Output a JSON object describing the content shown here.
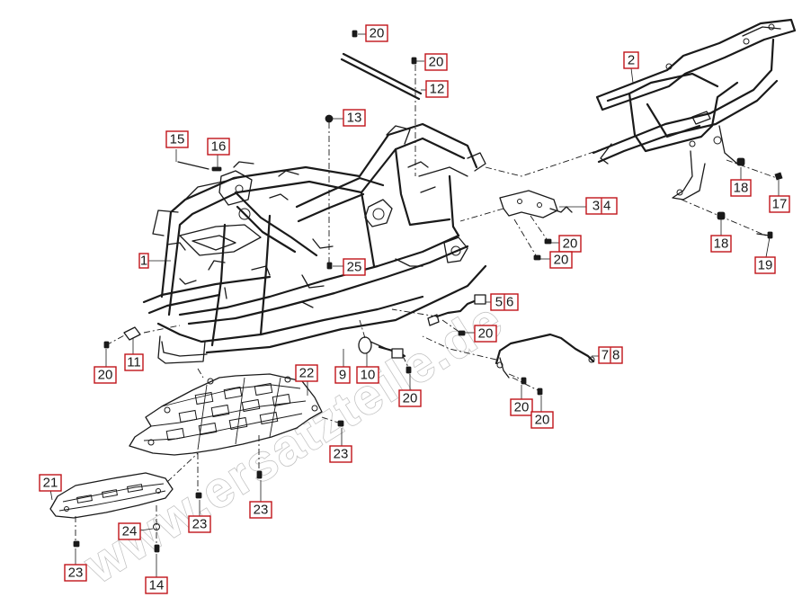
{
  "watermark": {
    "text": "www.ersatzteile.de",
    "color": "#b9b9b9"
  },
  "callout_color": "#c0141a",
  "line_color": "#1a1a1a",
  "callouts": [
    {
      "id": "c-20-a",
      "label": "20"
    },
    {
      "id": "c-20-b",
      "label": "20"
    },
    {
      "id": "c-12",
      "label": "12"
    },
    {
      "id": "c-13",
      "label": "13"
    },
    {
      "id": "c-15",
      "label": "15"
    },
    {
      "id": "c-16",
      "label": "16"
    },
    {
      "id": "c-2",
      "label": "2"
    },
    {
      "id": "c-1",
      "label": "1"
    },
    {
      "id": "c-25",
      "label": "25"
    },
    {
      "id": "c-18-a",
      "label": "18"
    },
    {
      "id": "c-17",
      "label": "17"
    },
    {
      "id": "c-3-4",
      "label": "3|4"
    },
    {
      "id": "c-20-c",
      "label": "20"
    },
    {
      "id": "c-20-d",
      "label": "20"
    },
    {
      "id": "c-18-b",
      "label": "18"
    },
    {
      "id": "c-19",
      "label": "19"
    },
    {
      "id": "c-5-6",
      "label": "5|6"
    },
    {
      "id": "c-20-e",
      "label": "20"
    },
    {
      "id": "c-7-8",
      "label": "7|8"
    },
    {
      "id": "c-20-f",
      "label": "20"
    },
    {
      "id": "c-11",
      "label": "11"
    },
    {
      "id": "c-9",
      "label": "9"
    },
    {
      "id": "c-10",
      "label": "10"
    },
    {
      "id": "c-20-g",
      "label": "20"
    },
    {
      "id": "c-22",
      "label": "22"
    },
    {
      "id": "c-20-h",
      "label": "20"
    },
    {
      "id": "c-20-i",
      "label": "20"
    },
    {
      "id": "c-23-a",
      "label": "23"
    },
    {
      "id": "c-21",
      "label": "21"
    },
    {
      "id": "c-23-b",
      "label": "23"
    },
    {
      "id": "c-23-c",
      "label": "23"
    },
    {
      "id": "c-24",
      "label": "24"
    },
    {
      "id": "c-23-d",
      "label": "23"
    },
    {
      "id": "c-14",
      "label": "14"
    }
  ]
}
